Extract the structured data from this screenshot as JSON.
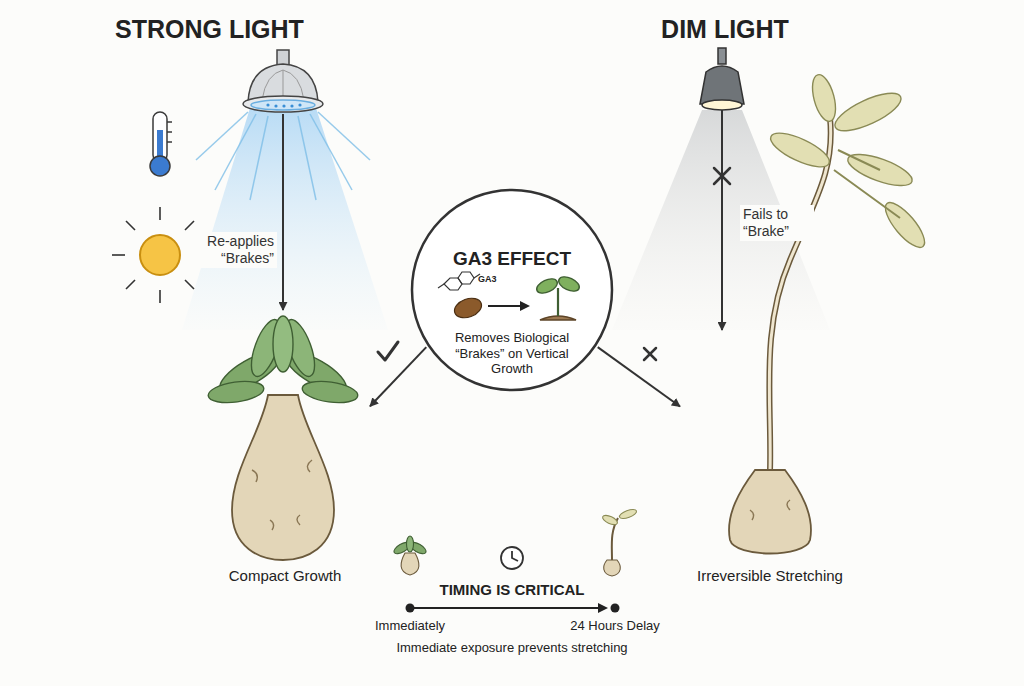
{
  "diagram": {
    "nodes": [
      {
        "text": [
          "STRONG LIGHT"
        ]
      },
      {
        "text": [
          "DIM LIGHT"
        ]
      },
      {
        "text": [
          "GA3 EFFECT",
          "GA3",
          "Removes Biological “Brakes” on Vertical Growth"
        ]
      },
      {
        "text": [
          "Compact Growth"
        ]
      },
      {
        "text": [
          "Irreversible Stretching"
        ]
      }
    ],
    "edges": [
      {
        "from": 0,
        "to": 3,
        "label": "Re-applies “Brakes”",
        "arrow": "to"
      },
      {
        "from": 1,
        "to": 4,
        "label": "Fails to “Brake”",
        "arrow": "to"
      },
      {
        "from": 2,
        "to": 3,
        "arrow": "to"
      },
      {
        "from": 2,
        "to": 4,
        "arrow": "to"
      }
    ],
    "labels": [
      "TIMING IS CRITICAL",
      "Immediately",
      "24 Hours Delay",
      "Immediate exposure prevents stretching"
    ]
  }
}
